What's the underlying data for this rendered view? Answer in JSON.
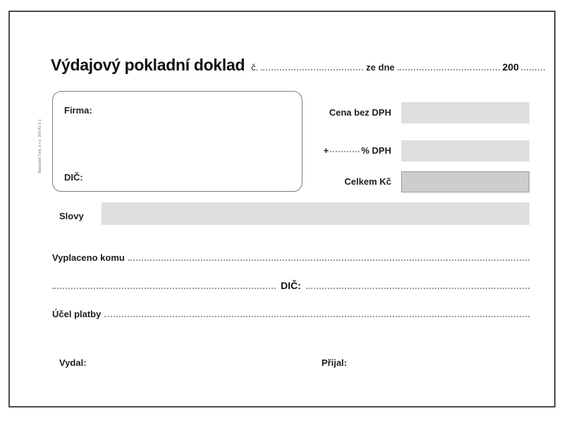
{
  "document": {
    "title": "Výdajový pokladní doklad",
    "language": "cs",
    "kind": "cash-payment-voucher",
    "frame_color": "#4a4a4a",
    "field_fill_color": "#dedede",
    "total_fill_color": "#cdcdcd"
  },
  "header": {
    "number_label": "č.",
    "date_label": "ze dne",
    "year_prefix": "200"
  },
  "supplier_box": {
    "firma_label": "Firma:",
    "dic_label": "DIČ:"
  },
  "amounts": [
    {
      "label": "Cena bez DPH",
      "value": "",
      "emphasis": false
    },
    {
      "label_before": "+",
      "label_after": "% DPH",
      "value": "",
      "emphasis": false,
      "has_rate_dots": true
    },
    {
      "label": "Celkem  Kč",
      "value": "",
      "emphasis": true
    }
  ],
  "words_row": {
    "label": "Slovy",
    "value": ""
  },
  "entry_lines": {
    "paid_to_label": "Vyplaceno komu",
    "dic_label": "DIČ:",
    "purpose_label": "Účel platby"
  },
  "signatures": {
    "issued_by_label": "Vydal:",
    "received_by_label": "Přijal:"
  },
  "imprint": {
    "text": "Baloušek Tisk, s.r.o. 300 Kč č.1"
  }
}
